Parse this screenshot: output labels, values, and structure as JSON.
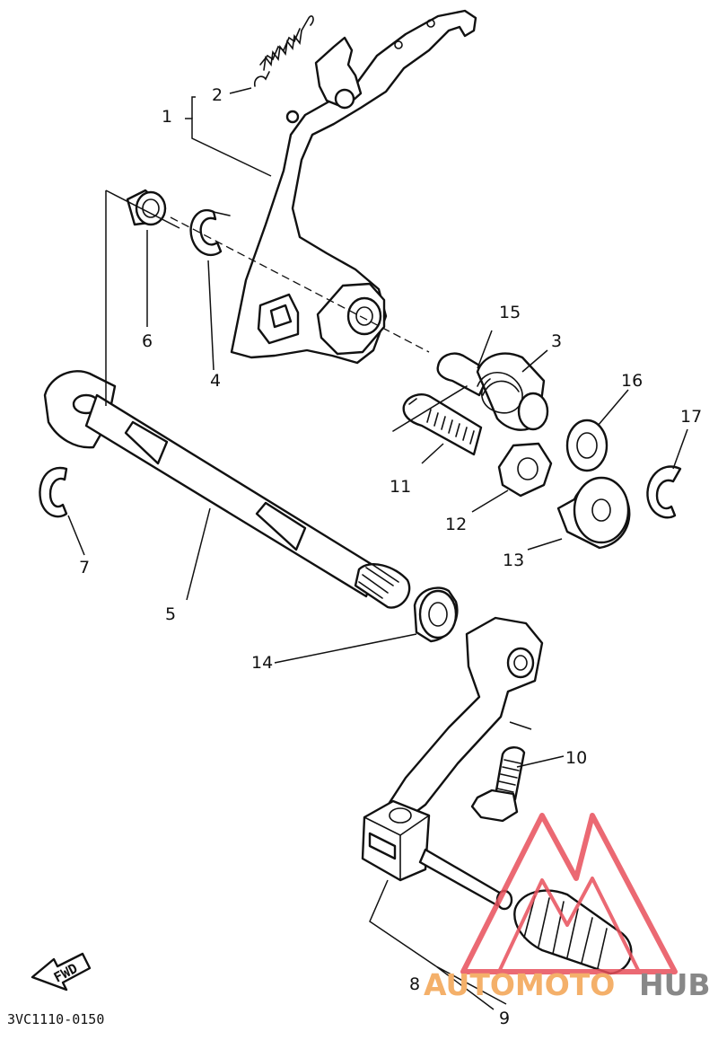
{
  "diagram": {
    "code": "3VC1110-0150",
    "fwd_label": "FWD",
    "callouts": [
      "1",
      "2",
      "3",
      "4",
      "5",
      "6",
      "7",
      "8",
      "9",
      "10",
      "11",
      "12",
      "13",
      "14",
      "15",
      "16",
      "17"
    ]
  },
  "watermark": {
    "text_part1": "AUTOMOTO",
    "text_part2": "HUB",
    "color_primary": "#f4b06a",
    "color_secondary": "#888888",
    "logo_color": "#e8505b"
  }
}
